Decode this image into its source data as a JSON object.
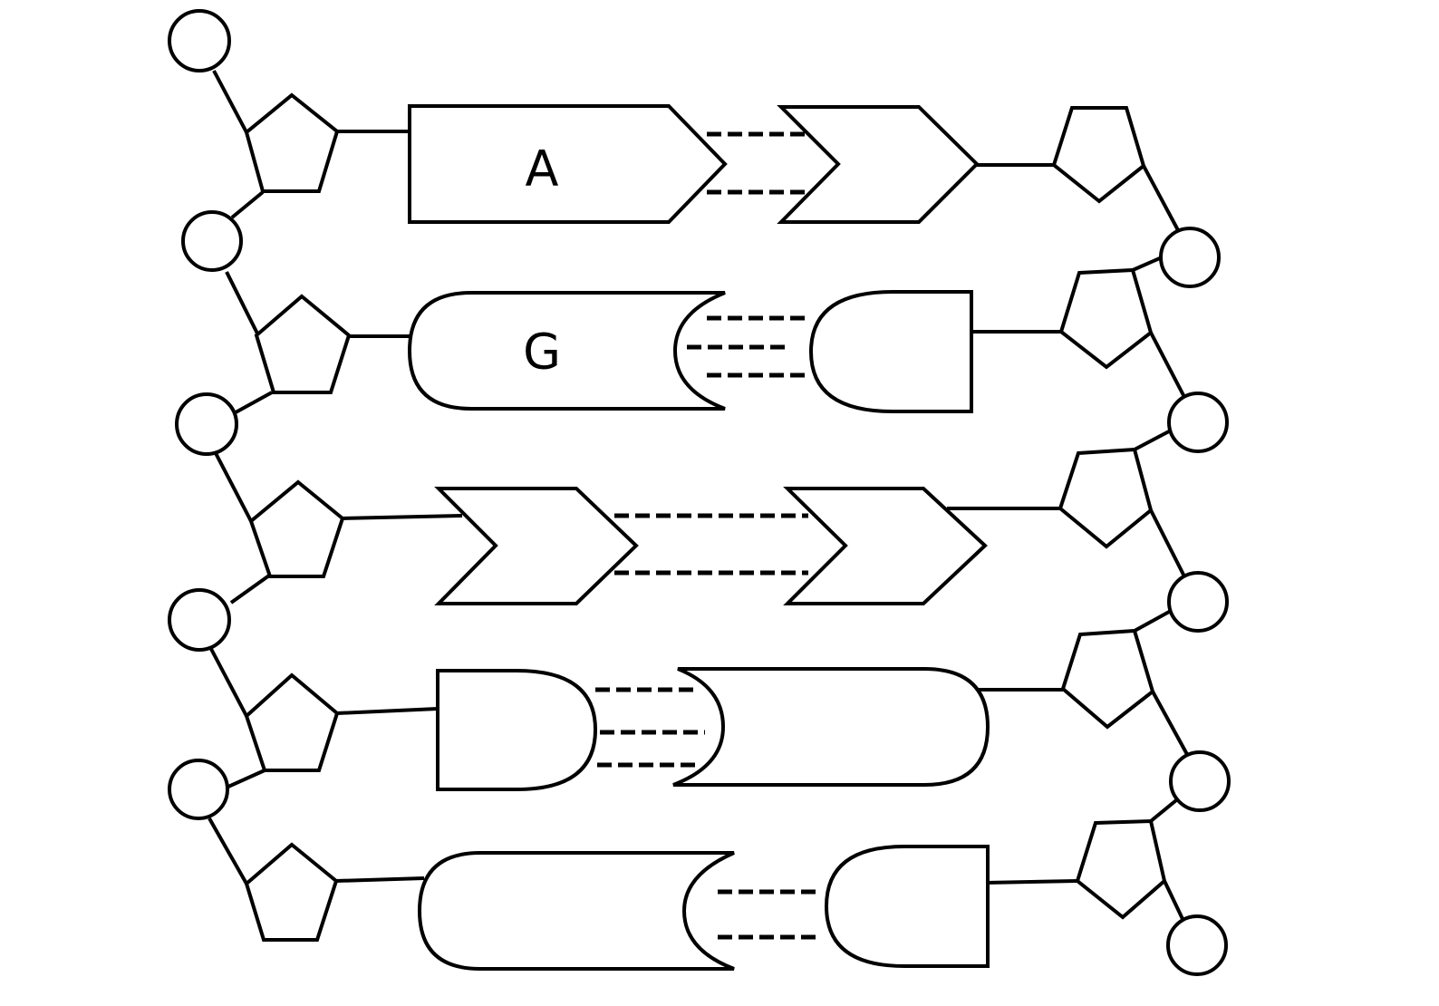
{
  "diagram": {
    "type": "dna-double-strand",
    "components": {
      "phosphate": "circle",
      "sugar": "pentagon",
      "base": "shaped block",
      "hydrogen_bond": "dashed line"
    },
    "base_pairs": [
      {
        "left_label": "A",
        "right_label": "",
        "left_shape": "arrow-point",
        "right_shape": "chevron-notch",
        "hydrogen_bonds": 2
      },
      {
        "left_label": "G",
        "right_label": "",
        "left_shape": "concave-cup",
        "right_shape": "round-dome",
        "hydrogen_bonds": 3
      },
      {
        "left_label": "",
        "right_label": "",
        "left_shape": "chevron-notch",
        "right_shape": "chevron-notch",
        "hydrogen_bonds": 2
      },
      {
        "left_label": "",
        "right_label": "",
        "left_shape": "round-dome",
        "right_shape": "concave-cup",
        "hydrogen_bonds": 3
      },
      {
        "left_label": "",
        "right_label": "",
        "left_shape": "concave-cup",
        "right_shape": "round-dome",
        "hydrogen_bonds": 2
      }
    ]
  }
}
